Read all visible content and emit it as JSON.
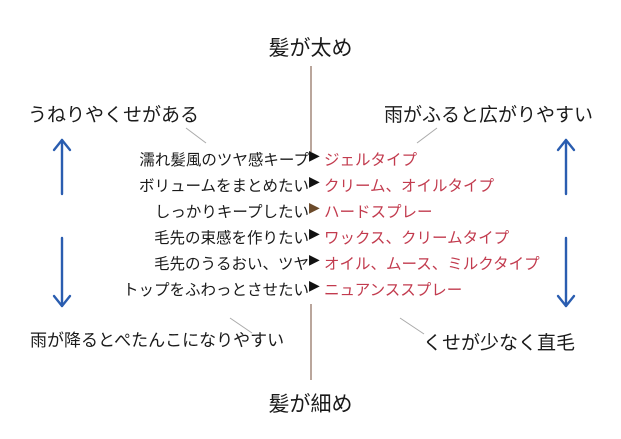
{
  "title_top": "髪が太め",
  "title_bottom": "髪が細め",
  "corners": {
    "top_left": "うねりやくせがある",
    "top_right": "雨がふると広がりやすい",
    "bottom_left": "雨が降るとぺたんこになりやすい",
    "bottom_right": "くせが少なく直毛"
  },
  "rows": [
    {
      "need": "濡れ髪風のツヤ感キープ",
      "product": "ジェルタイプ"
    },
    {
      "need": "ボリュームをまとめたい",
      "product": "クリーム、オイルタイプ"
    },
    {
      "need": "しっかりキープしたい",
      "product": "ハードスプレー"
    },
    {
      "need": "毛先の束感を作りたい",
      "product": "ワックス、クリームタイプ"
    },
    {
      "need": "毛先のうるおい、ツヤ",
      "product": "オイル、ムース、ミルクタイプ"
    },
    {
      "need": "トップをふわっとさせたい",
      "product": "ニュアンススプレー"
    }
  ],
  "arrow_glyph": "▶",
  "icons": {
    "left_up": "arrow-up-icon",
    "left_down": "arrow-down-icon",
    "right_up": "arrow-up-icon",
    "right_down": "arrow-down-icon"
  },
  "colors": {
    "product_text": "#c23b4e",
    "axis_line": "#8b6a5a",
    "arrows": "#2a5db0"
  }
}
